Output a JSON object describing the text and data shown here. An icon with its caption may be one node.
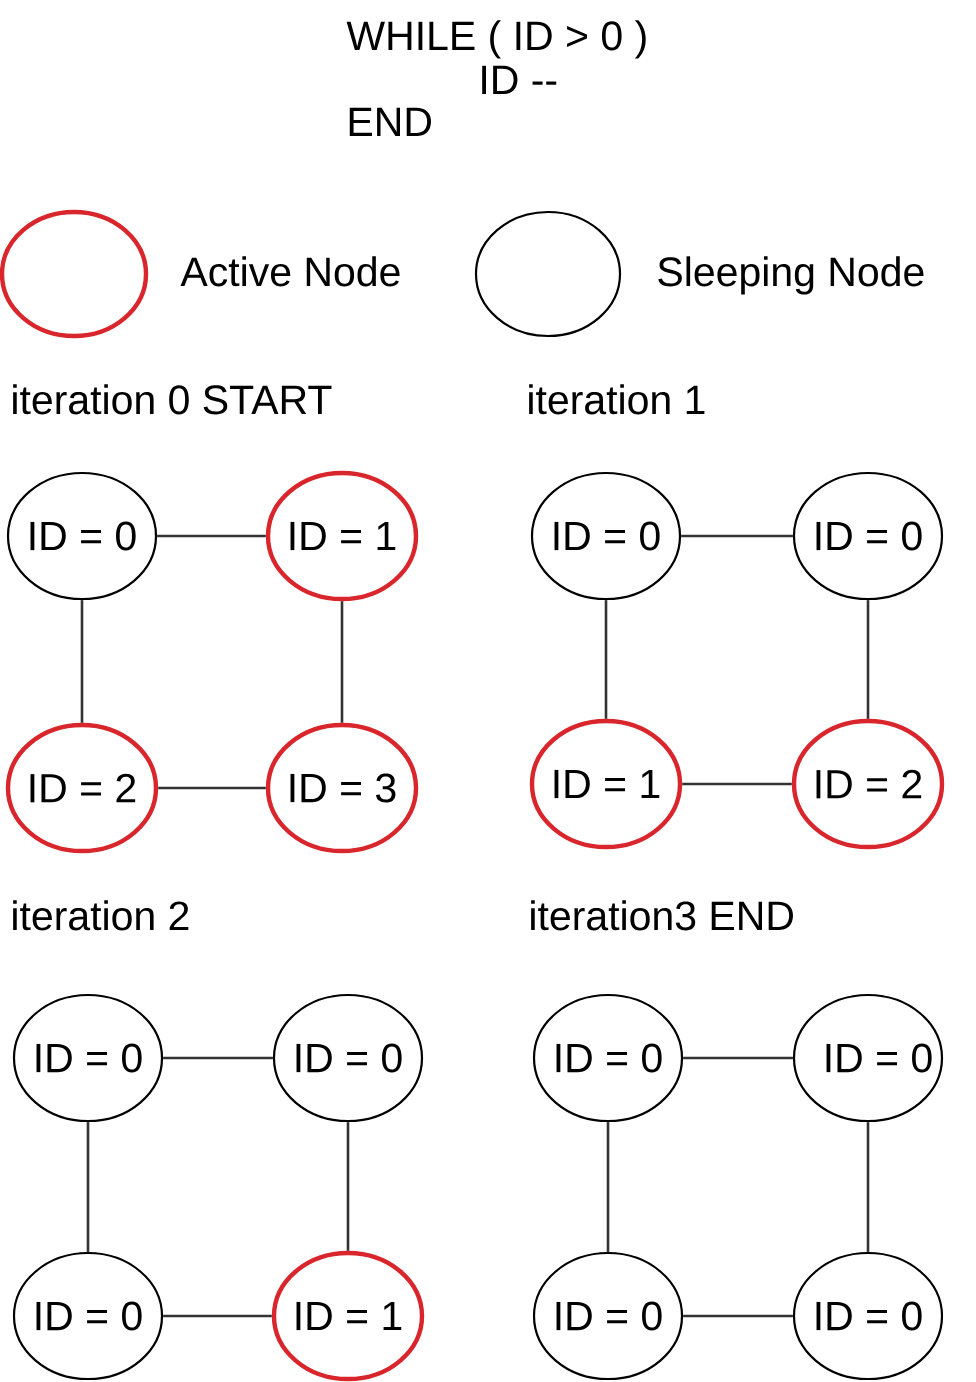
{
  "diagram": {
    "nodes": [
      {
        "text": [
          "ID = 0"
        ]
      },
      {
        "text": [
          "ID = 1"
        ]
      },
      {
        "text": [
          "ID = 2"
        ]
      },
      {
        "text": [
          "ID = 3"
        ]
      },
      {
        "text": [
          "ID = 0"
        ]
      },
      {
        "text": [
          "ID = 0"
        ]
      },
      {
        "text": [
          "ID = 1"
        ]
      },
      {
        "text": [
          "ID = 2"
        ]
      },
      {
        "text": [
          "ID = 0"
        ]
      },
      {
        "text": [
          "ID = 0"
        ]
      },
      {
        "text": [
          "ID = 0"
        ]
      },
      {
        "text": [
          "ID = 1"
        ]
      },
      {
        "text": [
          "ID = 0"
        ]
      },
      {
        "text": [
          "ID = 0"
        ]
      },
      {
        "text": [
          "ID = 0"
        ]
      },
      {
        "text": [
          "ID = 0"
        ]
      }
    ],
    "edges": [
      {
        "from": 0,
        "to": 1,
        "arrow": "none"
      },
      {
        "from": 0,
        "to": 2,
        "arrow": "none"
      },
      {
        "from": 1,
        "to": 3,
        "arrow": "none"
      },
      {
        "from": 2,
        "to": 3,
        "arrow": "none"
      },
      {
        "from": 4,
        "to": 5,
        "arrow": "none"
      },
      {
        "from": 4,
        "to": 6,
        "arrow": "none"
      },
      {
        "from": 5,
        "to": 7,
        "arrow": "none"
      },
      {
        "from": 6,
        "to": 7,
        "arrow": "none"
      },
      {
        "from": 8,
        "to": 9,
        "arrow": "none"
      },
      {
        "from": 8,
        "to": 10,
        "arrow": "none"
      },
      {
        "from": 9,
        "to": 11,
        "arrow": "none"
      },
      {
        "from": 10,
        "to": 11,
        "arrow": "none"
      },
      {
        "from": 12,
        "to": 13,
        "arrow": "none"
      },
      {
        "from": 12,
        "to": 14,
        "arrow": "none"
      },
      {
        "from": 13,
        "to": 15,
        "arrow": "none"
      },
      {
        "from": 14,
        "to": 15,
        "arrow": "none"
      }
    ],
    "labels": [
      "WHILE ( ID > 0 )",
      "ID --",
      "END",
      "iteration 0 START",
      "iteration 1",
      "iteration 2",
      "iteration3 END"
    ],
    "legend": [
      {
        "text": "Active Node",
        "color": "#d8262c"
      },
      {
        "text": "Sleeping Node",
        "color": "#000000"
      }
    ]
  }
}
